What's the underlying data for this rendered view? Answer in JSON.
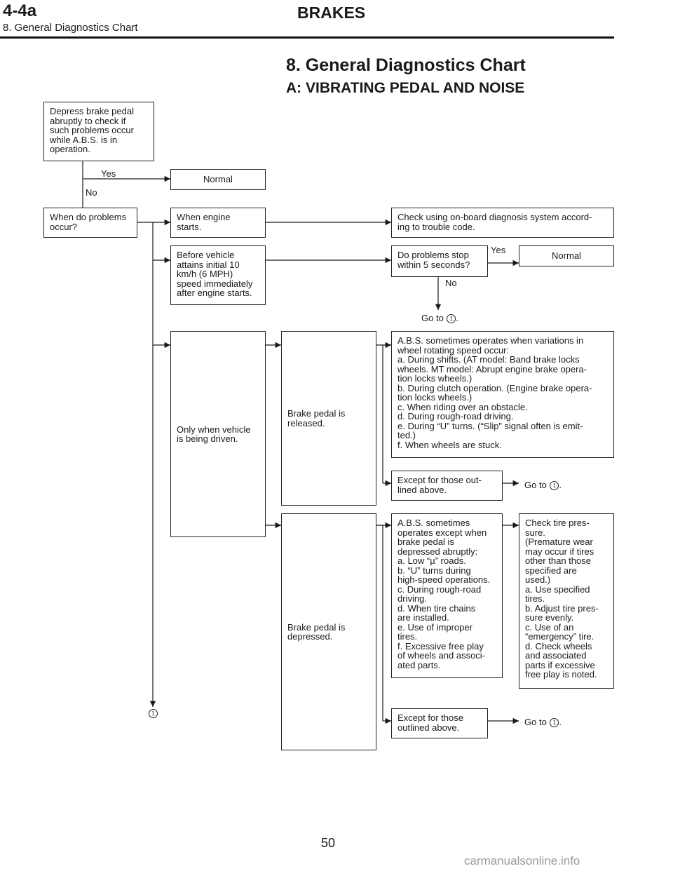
{
  "header": {
    "section_code": "4-4a",
    "chapter": "BRAKES",
    "section_title": "8. General Diagnostics Chart"
  },
  "page": {
    "title": "8. General Diagnostics Chart",
    "subtitle": "A: VIBRATING PEDAL AND NOISE",
    "page_number": "50",
    "watermark": "carmanualsonline.info"
  },
  "boxes": {
    "depress": "Depress brake pedal\nabruptly to check if\nsuch problems occur\nwhile A.B.S. is in\noperation.",
    "normal_1": "Normal",
    "when_problems": "When do problems\noccur?",
    "when_engine": "When engine\nstarts.",
    "check_onboard": "Check using on-board diagnosis system accord-\ning to trouble code.",
    "before_vehicle": "Before vehicle\nattains initial 10\nkm/h (6 MPH)\nspeed immediately\nafter engine starts.",
    "do_problems_stop": "Do problems stop\nwithin 5 seconds?",
    "normal_2": "Normal",
    "only_when": "Only when vehicle\nis being driven.",
    "pedal_released": "Brake pedal is\nreleased.",
    "abs_variations": "A.B.S. sometimes operates when variations in\nwheel rotating speed occur:\na.  During shifts. (AT model: Band brake locks\nwheels. MT model: Abrupt engine brake opera-\ntion locks wheels.)\nb.  During clutch operation. (Engine brake opera-\ntion locks wheels.)\nc.  When riding over an obstacle.\nd.  During rough-road driving.\ne.  During “U” turns. (“Slip” signal often is emit-\nted.)\nf.  When wheels are stuck.",
    "except_1": "Except for those out-\nlined above.",
    "pedal_depressed": "Brake pedal is\ndepressed.",
    "abs_except": "A.B.S. sometimes\noperates except when\nbrake pedal is\ndepressed abruptly:\na.  Low “µ” roads.\nb.  “U” turns during\nhigh-speed operations.\nc.  During rough-road\ndriving.\nd.  When tire chains\nare installed.\ne.  Use of improper\ntires.\nf.  Excessive free play\nof wheels and associ-\nated parts.",
    "check_tire": "Check tire pres-\nsure.\n(Premature wear\nmay occur if tires\nother than those\nspecified are\nused.)\na.  Use specified\ntires.\nb.  Adjust tire pres-\nsure evenly.\nc.  Use of an\n“emergency” tire.\nd.  Check wheels\nand associated\nparts if excessive\nfree play is noted.",
    "except_2": "Except for those\noutlined above."
  },
  "labels": {
    "yes": "Yes",
    "no": "No",
    "go_to": "Go to",
    "ref_mark": "1",
    "period": "."
  }
}
